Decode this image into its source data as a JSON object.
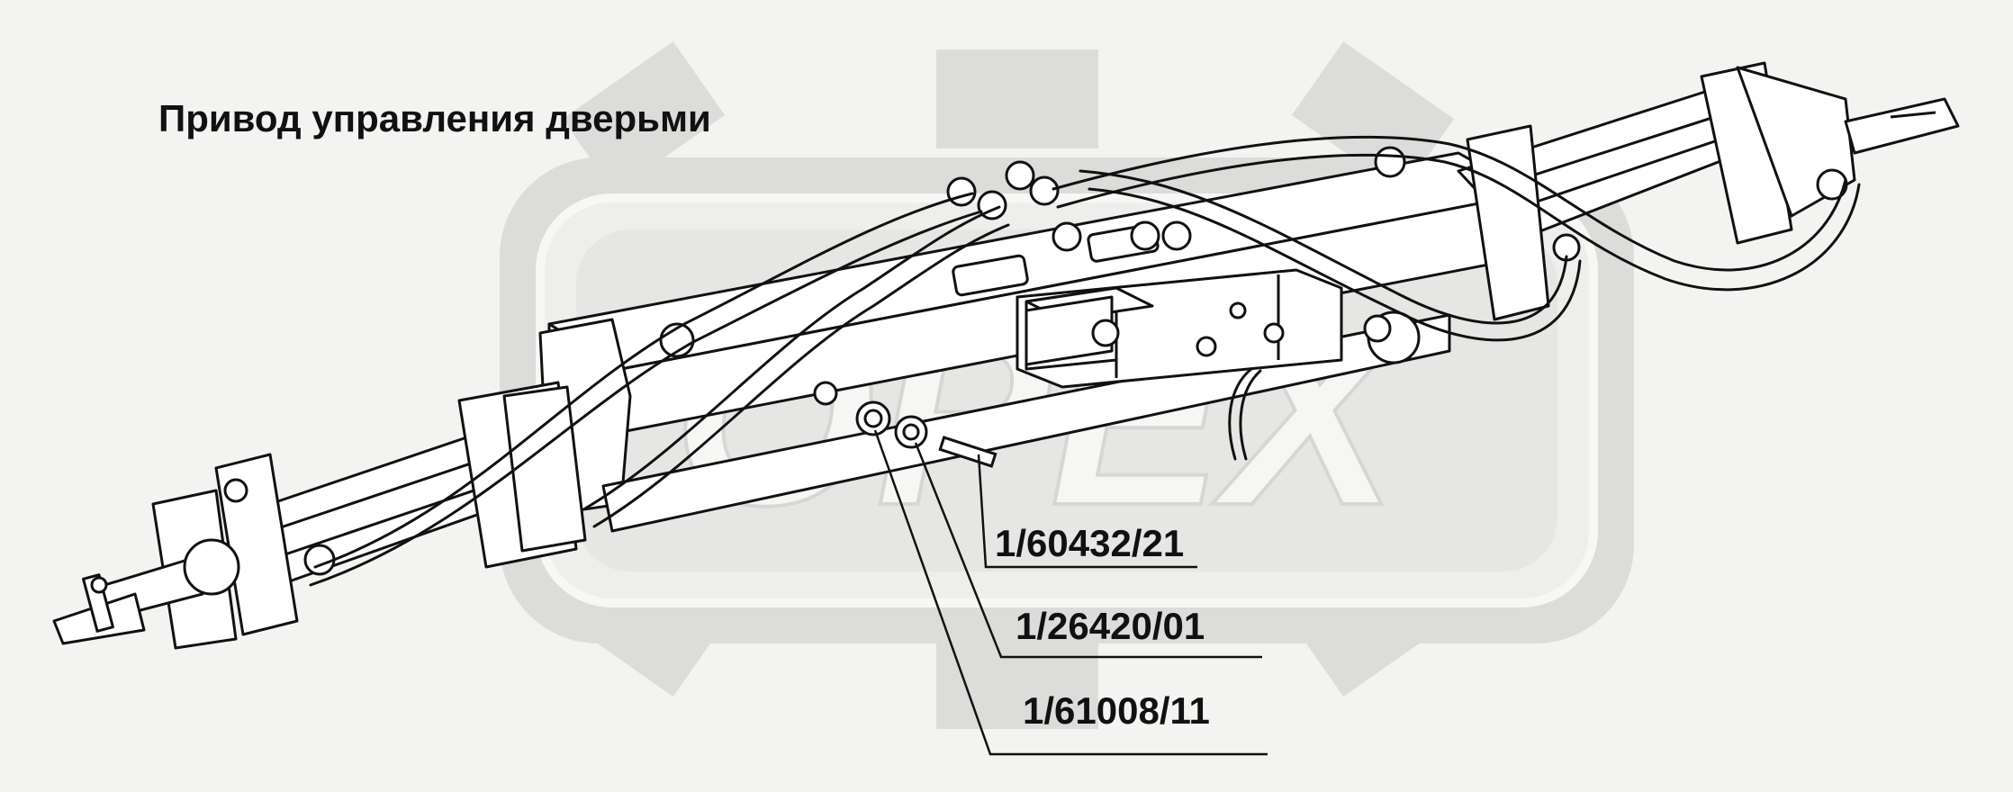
{
  "title": "Привод управления дверьми",
  "watermark": "ОРЕХ",
  "callouts": [
    {
      "label": "1/60432/21"
    },
    {
      "label": "1/26420/01"
    },
    {
      "label": "1/61008/11"
    }
  ],
  "colors": {
    "background": "#f3f3f1",
    "watermark": "#dcdcda",
    "line": "#111111",
    "part_fill": "#ffffff"
  }
}
